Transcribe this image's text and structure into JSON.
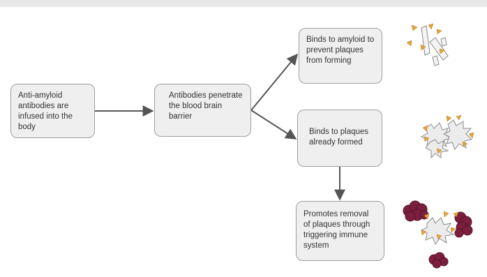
{
  "diagram": {
    "nodes": [
      {
        "id": "infuse",
        "label": "Anti-amyloid antibodies are infused into the body"
      },
      {
        "id": "penetrate",
        "label": "Antibodies penetrate the blood brain barrier"
      },
      {
        "id": "bind-amyloid",
        "label": "Binds to amyloid to prevent plaques from forming"
      },
      {
        "id": "bind-plaques",
        "label": "Binds to plaques already formed"
      },
      {
        "id": "removal",
        "label": "Promotes removal of plaques through triggering immune system"
      }
    ],
    "edges": [
      {
        "from": "infuse",
        "to": "penetrate"
      },
      {
        "from": "penetrate",
        "to": "bind-amyloid"
      },
      {
        "from": "penetrate",
        "to": "bind-plaques"
      },
      {
        "from": "bind-plaques",
        "to": "removal"
      }
    ],
    "illustrations": [
      {
        "node": "bind-amyloid",
        "depicts": "antibodies-bound-to-amyloid-fibrils-icon"
      },
      {
        "node": "bind-plaques",
        "depicts": "antibodies-bound-to-plaques-icon"
      },
      {
        "node": "removal",
        "depicts": "immune-cells-clearing-plaques-icon"
      }
    ],
    "colors": {
      "box_fill": "#efefef",
      "box_border": "#9e9e9e",
      "arrow": "#555555",
      "antibody": "#e6a23c",
      "plaque": "#ececec",
      "immune_cell": "#7a1f3d"
    }
  }
}
